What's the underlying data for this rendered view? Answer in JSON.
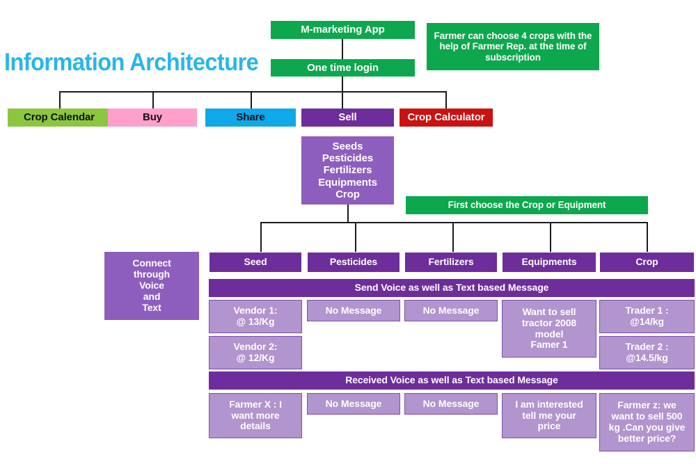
{
  "page": {
    "title": "Information Architecture",
    "title_color": "#29B6E8",
    "background": "#ffffff"
  },
  "colors": {
    "green": "#0DA74E",
    "light_green": "#8CC63E",
    "pink": "#FF9FCB",
    "cyan": "#0FA8E8",
    "dark_purple": "#6D2D9B",
    "red": "#CC1111",
    "medium_purple": "#8E5EBE",
    "light_purple": "#B294CE",
    "connector": "#1a1a1a"
  },
  "flow": {
    "root": "M-marketing App",
    "login": "One time login",
    "callout_subscription": "Farmer can choose 4 crops with the help of Farmer Rep. at the time of subscription",
    "callout_first_choose": "First choose the Crop or Equipment",
    "main_menu": [
      {
        "label": "Crop Calendar",
        "theme": "light_green"
      },
      {
        "label": "Buy",
        "theme": "pink"
      },
      {
        "label": "Share",
        "theme": "cyan"
      },
      {
        "label": "Sell",
        "theme": "dark_purple"
      },
      {
        "label": "Crop Calculator",
        "theme": "red"
      }
    ],
    "sell_items": "Seeds\nPesticides\nFertilizers\nEquipments\nCrop",
    "connect_box": "Connect\nthrough\nVoice\nand\nText"
  },
  "matrix": {
    "columns": [
      "Seed",
      "Pesticides",
      "Fertilizers",
      "Equipments",
      "Crop"
    ],
    "send_header": "Send Voice as well as Text based Message",
    "received_header": "Received Voice as well as Text based Message",
    "send_messages": [
      [
        "Vendor 1:\n@ 13/Kg",
        "Vendor 2:\n@ 12/Kg"
      ],
      [
        "No Message"
      ],
      [
        "No Message"
      ],
      [
        "Want to sell\ntractor 2008\nmodel\nFamer 1"
      ],
      [
        "Trader 1 :\n@14/kg",
        "Trader 2 :\n@14.5/kg"
      ]
    ],
    "received_messages": [
      [
        "Farmer X : I\nwant more\ndetails"
      ],
      [
        "No Message"
      ],
      [
        "No Message"
      ],
      [
        "I am interested\ntell me your\nprice"
      ],
      [
        "Farmer z:  we\nwant to sell 500\nkg .Can you give\nbetter price?"
      ]
    ]
  }
}
